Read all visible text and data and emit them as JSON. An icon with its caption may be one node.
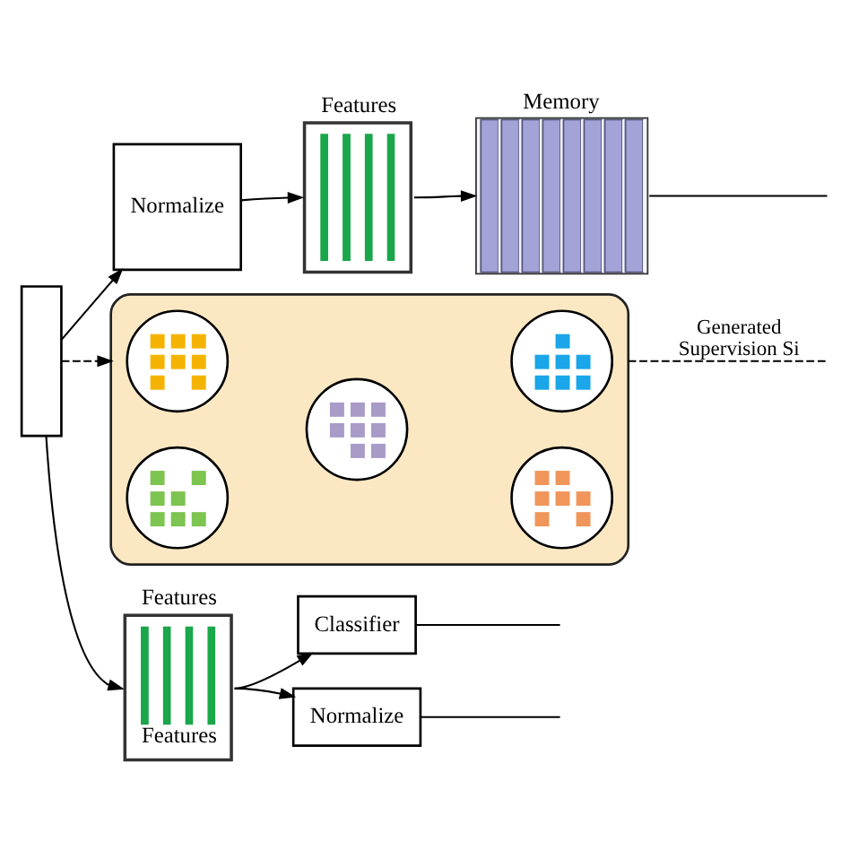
{
  "diagram": {
    "nodes": [
      {
        "text": [],
        "shape": "box"
      },
      {
        "text": [
          "Normalize"
        ]
      },
      {
        "text": [
          "Features"
        ]
      },
      {
        "text": [
          "Memory"
        ]
      },
      {
        "text": [],
        "shape": "box"
      },
      {
        "text": [],
        "shape": "circle",
        "in": 4
      },
      {
        "text": [],
        "shape": "circle",
        "in": 4
      },
      {
        "text": [],
        "shape": "circle",
        "in": 4
      },
      {
        "text": [],
        "shape": "circle",
        "in": 4
      },
      {
        "text": [],
        "shape": "circle",
        "in": 4
      },
      {
        "text": [
          "Features",
          "Features"
        ]
      },
      {
        "text": [
          "Classifier"
        ]
      },
      {
        "text": [
          "Normalize"
        ]
      }
    ],
    "edges": [
      {
        "from": 0,
        "to": 1,
        "arrow": "to"
      },
      {
        "from": 0,
        "to": 4,
        "arrow": "to",
        "style": "dashed"
      },
      {
        "from": 0,
        "to": 10,
        "arrow": "to"
      },
      {
        "from": 1,
        "to": 2,
        "arrow": "to"
      },
      {
        "from": 2,
        "to": 3,
        "arrow": "to"
      },
      {
        "from": 3,
        "to": null,
        "arrow": "none"
      },
      {
        "from": 4,
        "to": null,
        "arrow": "none",
        "style": "dashed",
        "label": "Generated Supervision Si"
      },
      {
        "from": 10,
        "to": 11,
        "arrow": "to"
      },
      {
        "from": 10,
        "to": 12,
        "arrow": "to"
      },
      {
        "from": 11,
        "to": null,
        "arrow": "none"
      },
      {
        "from": 12,
        "to": null,
        "arrow": "none"
      }
    ]
  }
}
